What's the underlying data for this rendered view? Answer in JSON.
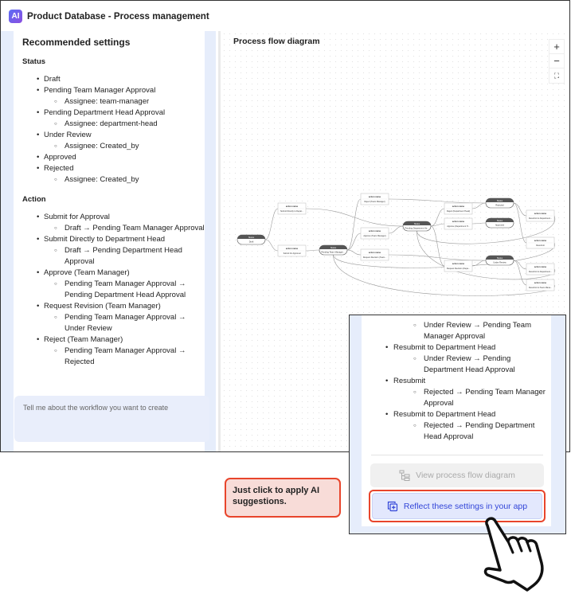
{
  "header": {
    "logo": "AI",
    "title": "Product Database - Process management"
  },
  "left": {
    "title": "Recommended settings",
    "status_heading": "Status",
    "statuses": [
      {
        "label": "Draft"
      },
      {
        "label": "Pending Team Manager Approval",
        "sub": "Assignee: team-manager"
      },
      {
        "label": "Pending Department Head Approval",
        "sub": "Assignee: department-head"
      },
      {
        "label": "Under Review",
        "sub": "Assignee: Created_by"
      },
      {
        "label": "Approved"
      },
      {
        "label": "Rejected",
        "sub": "Assignee: Created_by"
      }
    ],
    "action_heading": "Action",
    "actions": [
      {
        "label": "Submit for Approval",
        "sub": "Draft → Pending Team Manager Approval"
      },
      {
        "label": "Submit Directly to Department Head",
        "sub": "Draft → Pending Department Head Approval"
      },
      {
        "label": "Approve (Team Manager)",
        "sub": "Pending Team Manager Approval → Pending Department Head Approval"
      },
      {
        "label": "Request Revision (Team Manager)",
        "sub": "Pending Team Manager Approval → Under Review"
      },
      {
        "label": "Reject (Team Manager)",
        "sub": "Pending Team Manager Approval → Rejected"
      }
    ],
    "chat_placeholder": "Tell me about the workflow you want to create"
  },
  "diagram": {
    "title": "Process flow diagram",
    "zoom_in": "+",
    "zoom_out": "−",
    "fit": "⛶",
    "status_header": "Status",
    "action_header": "action name",
    "nodes": [
      {
        "type": "status",
        "label": "Draft"
      },
      {
        "type": "action",
        "label": "Submit Directly to Depar..."
      },
      {
        "type": "action",
        "label": "Submit for Approval"
      },
      {
        "type": "status",
        "label": "Pending Team Manager ..."
      },
      {
        "type": "action",
        "label": "Reject (Team Manager)"
      },
      {
        "type": "action",
        "label": "Approve (Team Manager)"
      },
      {
        "type": "action",
        "label": "Request Revision (Team..."
      },
      {
        "type": "status",
        "label": "Pending Department He..."
      },
      {
        "type": "action",
        "label": "Reject (Department Head)"
      },
      {
        "type": "action",
        "label": "Approve (Department H..."
      },
      {
        "type": "status",
        "label": "Rejected"
      },
      {
        "type": "status",
        "label": "Approved"
      },
      {
        "type": "action",
        "label": "Resubmit to Department..."
      },
      {
        "type": "action",
        "label": "Resubmit"
      },
      {
        "type": "status",
        "label": "Under Review"
      },
      {
        "type": "action",
        "label": "Request Revision (Depa..."
      },
      {
        "type": "action",
        "label": "Resubmit to Department..."
      },
      {
        "type": "action",
        "label": "Resubmit to Team Mana..."
      }
    ]
  },
  "popup": {
    "items": [
      {
        "sub": "Under Review → Pending Team Manager Approval"
      },
      {
        "label": "Resubmit to Department Head",
        "sub": "Under Review → Pending Department Head Approval"
      },
      {
        "label": "Resubmit",
        "sub": "Rejected → Pending Team Manager Approval"
      },
      {
        "label": "Resubmit to Department Head",
        "sub": "Rejected → Pending Department Head Approval"
      }
    ],
    "view_button": "View process flow diagram",
    "reflect_button": "Reflect these settings in your app"
  },
  "callout": {
    "text": "Just click to apply AI suggestions."
  },
  "colors": {
    "accent": "#3346d8",
    "highlight": "#e8452c",
    "callout_bg": "#f8dcd8",
    "panel_blue": "#e6edfb"
  }
}
